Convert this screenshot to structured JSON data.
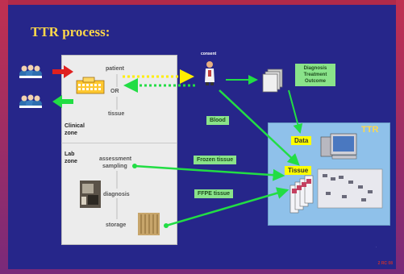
{
  "title": "TTR process:",
  "steps": {
    "patient": "patient",
    "or": "OR",
    "tissue": "tissue",
    "assessment": "assessment",
    "sampling": "sampling",
    "diagnosis": "diagnosis",
    "storage": "storage"
  },
  "zones": {
    "clinical_1": "Clinical",
    "clinical_2": "zone",
    "lab_1": "Lab",
    "lab_2": "zone"
  },
  "consent": "consent",
  "outcome_lines": [
    "Diagnosis",
    "Treatment",
    "Outcome"
  ],
  "flows": {
    "blood": "Blood",
    "frozen": "Frozen tissue",
    "ffpe": "FFPE tissue"
  },
  "ttr": {
    "title": "TTR",
    "data": "Data",
    "tissue": "Tissue"
  },
  "page_number": "2 RC 08",
  "colors": {
    "background": "#26268a",
    "title": "#ffd84a",
    "green_label": "#8ae38a",
    "yellow_label": "#ffff00",
    "ttr_box": "#8fc1ea",
    "arrow_green": "#22dd44",
    "arrow_red": "#e02020",
    "arrow_yellow": "#ffee00"
  },
  "icons": [
    "doctor-group-icon",
    "hospital-icon",
    "surgeon-icon",
    "document-stack-icon",
    "computer-icon",
    "slide-rack-icon"
  ]
}
